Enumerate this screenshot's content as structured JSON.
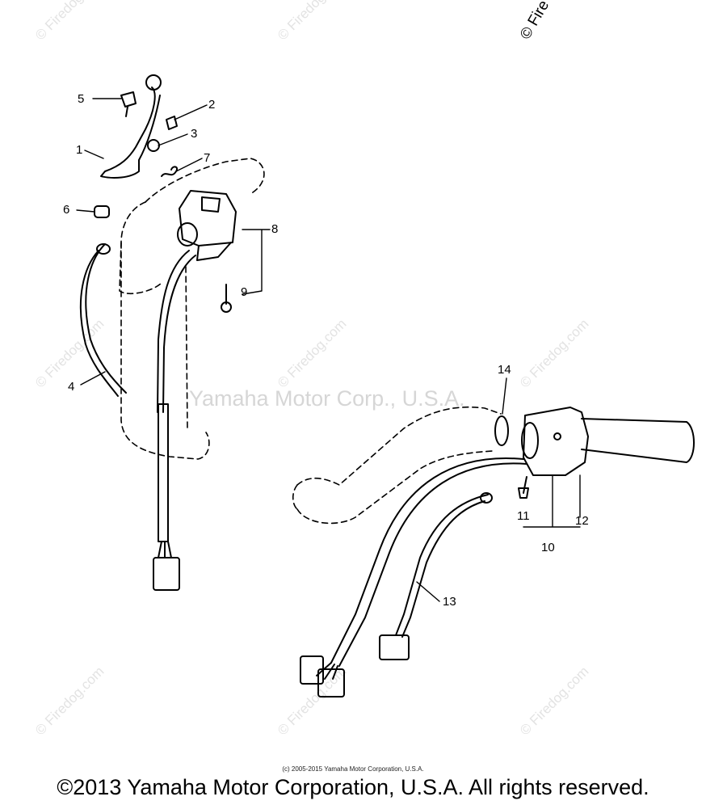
{
  "watermark": {
    "tiled_text": "© Firedog.com",
    "center_text": "Yamaha Motor Corp., U.S.A.",
    "corner_text": "© Fire"
  },
  "callouts": {
    "c1": "1",
    "c2": "2",
    "c3": "3",
    "c4": "4",
    "c5": "5",
    "c6": "6",
    "c7": "7",
    "c8": "8",
    "c9": "9",
    "c10": "10",
    "c11": "11",
    "c12": "12",
    "c13": "13",
    "c14": "14"
  },
  "copyright_small": "(c) 2005-2015 Yamaha Motor Corporation, U.S.A.",
  "copyright_footer": "©2013 Yamaha Motor Corporation, U.S.A. All rights reserved.",
  "colors": {
    "line": "#000000",
    "watermark": "#e0e0e0",
    "background": "#ffffff"
  }
}
